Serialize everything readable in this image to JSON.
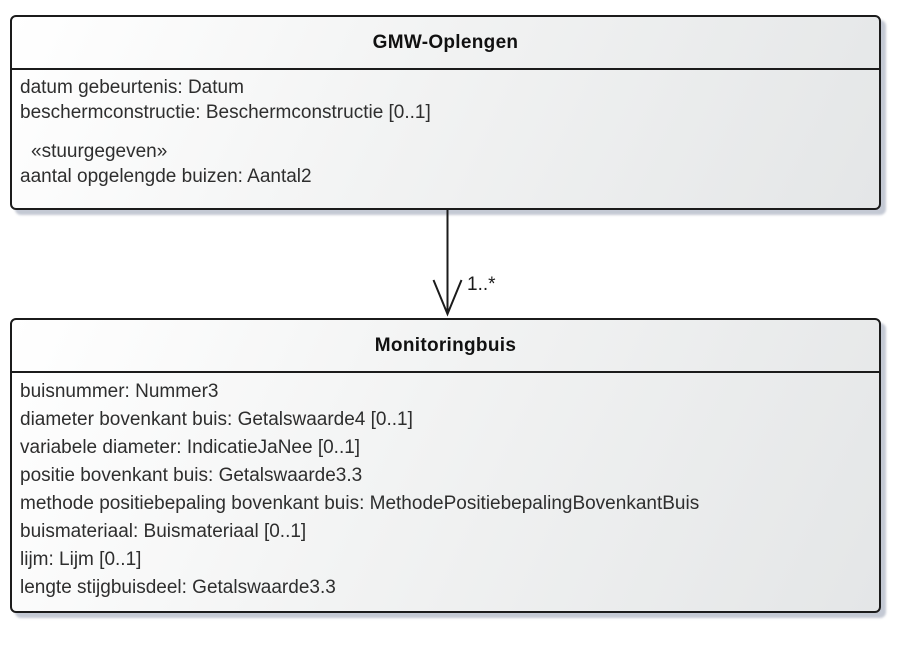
{
  "diagram": {
    "classes": [
      {
        "name": "GMW-Oplengen",
        "attributes": [
          "datum gebeurtenis: Datum",
          "beschermconstructie: Beschermconstructie [0..1]",
          "aantal opgelengde buizen: Aantal2"
        ],
        "stereotype": "«stuurgegeven»"
      },
      {
        "name": "Monitoringbuis",
        "attributes": [
          "buisnummer: Nummer3",
          "diameter bovenkant buis: Getalswaarde4 [0..1]",
          "variabele diameter: IndicatieJaNee [0..1]",
          "positie bovenkant buis: Getalswaarde3.3",
          "methode positiebepaling bovenkant buis: MethodePositiebepalingBovenkantBuis",
          "buismateriaal: Buismateriaal [0..1]",
          "lijm: Lijm [0..1]",
          "lengte stijgbuisdeel: Getalswaarde3.3"
        ]
      }
    ],
    "connector": {
      "type": "directed association",
      "multiplicity_label": "1..*"
    },
    "colors": {
      "border": "#1b1b1b",
      "fill_start": "#ffffff",
      "fill_end": "#e4e6e7",
      "shadow": "#c9cdd9",
      "text": "#2e2e2e"
    }
  }
}
